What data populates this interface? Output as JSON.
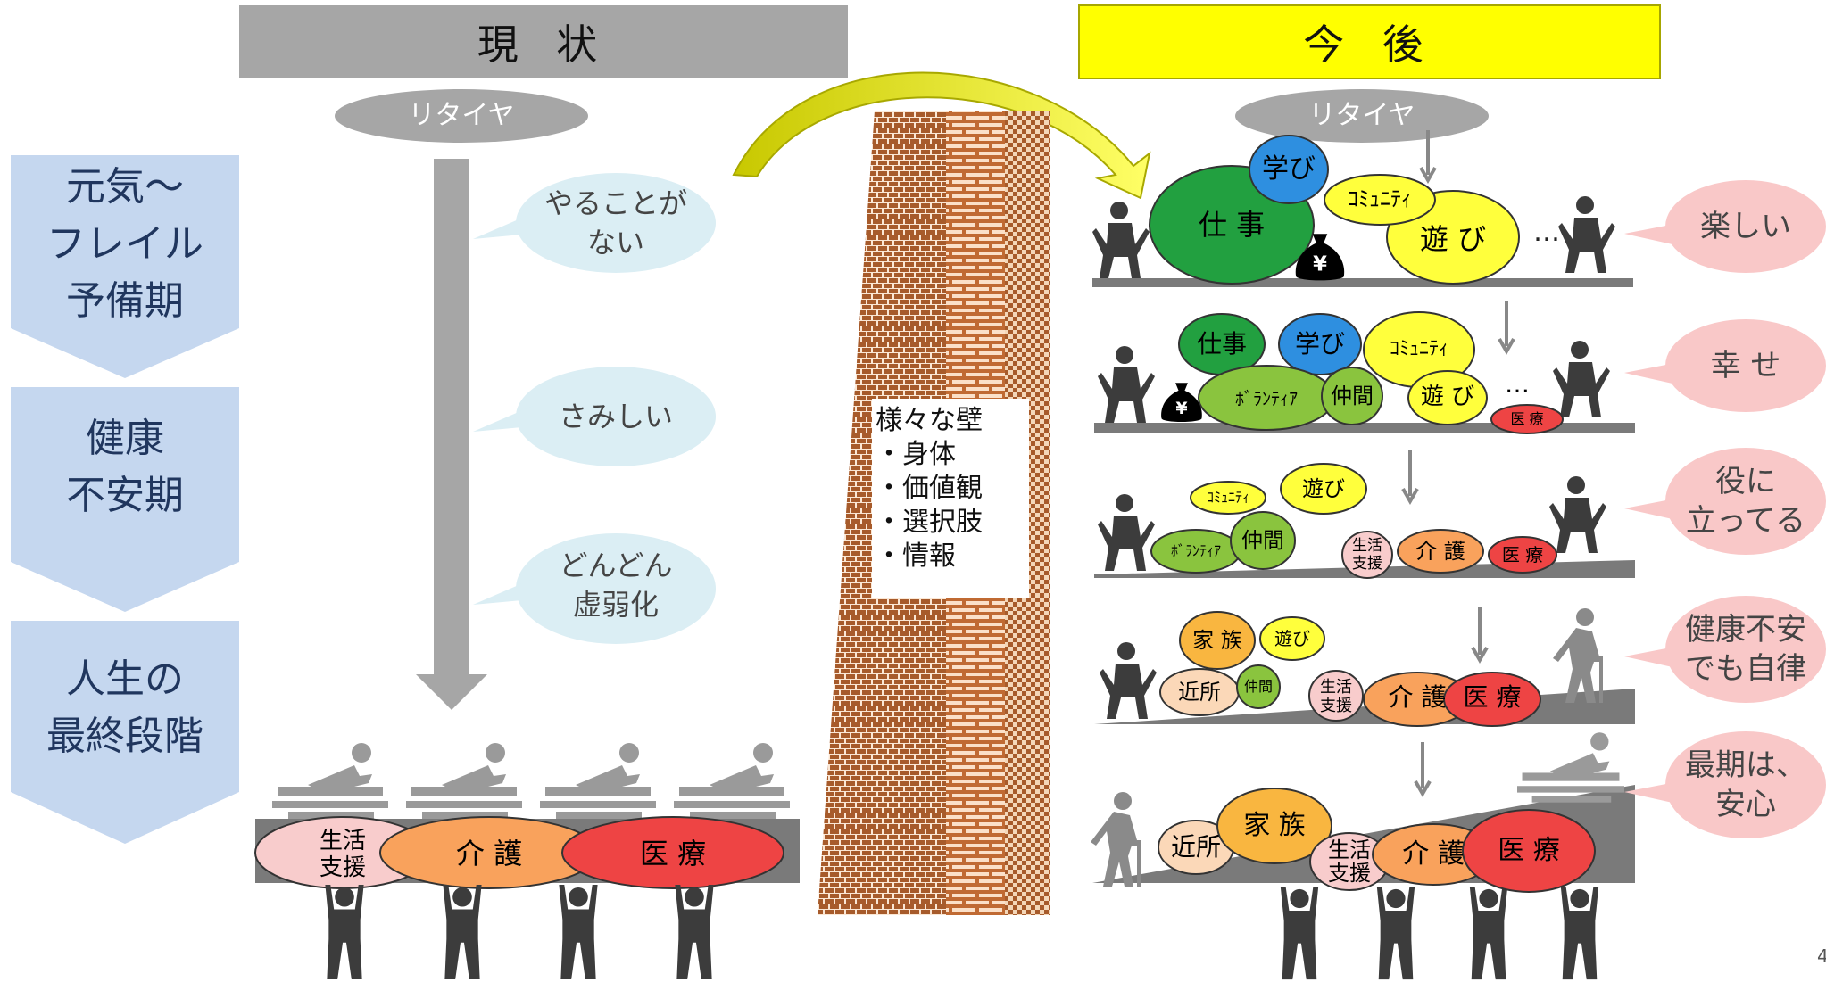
{
  "header": {
    "current": "現 状",
    "future": "今 後"
  },
  "phases": [
    {
      "label": "元気～\nフレイル\n予備期"
    },
    {
      "label": "健康\n不安期"
    },
    {
      "label": "人生の\n最終段階"
    }
  ],
  "left": {
    "retire": "リタイヤ",
    "bubbles": [
      "やることが\nない",
      "さみしい",
      "どんどん\n虚弱化"
    ],
    "base": [
      "生活\n支援",
      "介 護",
      "医 療"
    ]
  },
  "wall": {
    "title": "様々な壁",
    "items": [
      "・身体",
      "・価値観",
      "・選択肢",
      "・情報"
    ]
  },
  "right": {
    "retire": "リタイヤ",
    "row1": [
      "仕 事",
      "学び",
      "ｺﾐｭﾆﾃｨ",
      "遊 び",
      "¥",
      "…"
    ],
    "row2": [
      "仕事",
      "学び",
      "ｺﾐｭﾆﾃｨ",
      "ﾎﾞﾗﾝﾃｨｱ",
      "仲間",
      "遊 び",
      "医 療",
      "¥",
      "…"
    ],
    "row3": [
      "ｺﾐｭﾆﾃｨ",
      "遊び",
      "ﾎﾞﾗﾝﾃｨｱ",
      "仲間",
      "生活\n支援",
      "介 護",
      "医 療"
    ],
    "row4": [
      "家 族",
      "遊び",
      "近所",
      "仲間",
      "生活\n支援",
      "介 護",
      "医 療"
    ],
    "row5": [
      "近所",
      "家 族",
      "生活\n支援",
      "介 護",
      "医 療"
    ],
    "feelings": [
      "楽しい",
      "幸 せ",
      "役に\n立ってる",
      "健康不安\nでも自律",
      "最期は、\n安心"
    ]
  },
  "colors": {
    "gray_header": "#a6a6a6",
    "yellow_header": "#ffff00",
    "phase_blue": "#c5d7ef",
    "bubble_blue": "#dbeef4",
    "pink": "#f9c8c8",
    "green": "#22a040",
    "blue": "#2e8fe0",
    "yellow": "#ffff3c",
    "orange": "#f9a25c",
    "red": "#ee4444",
    "light_pink": "#f8cccc"
  },
  "page_number": "4"
}
